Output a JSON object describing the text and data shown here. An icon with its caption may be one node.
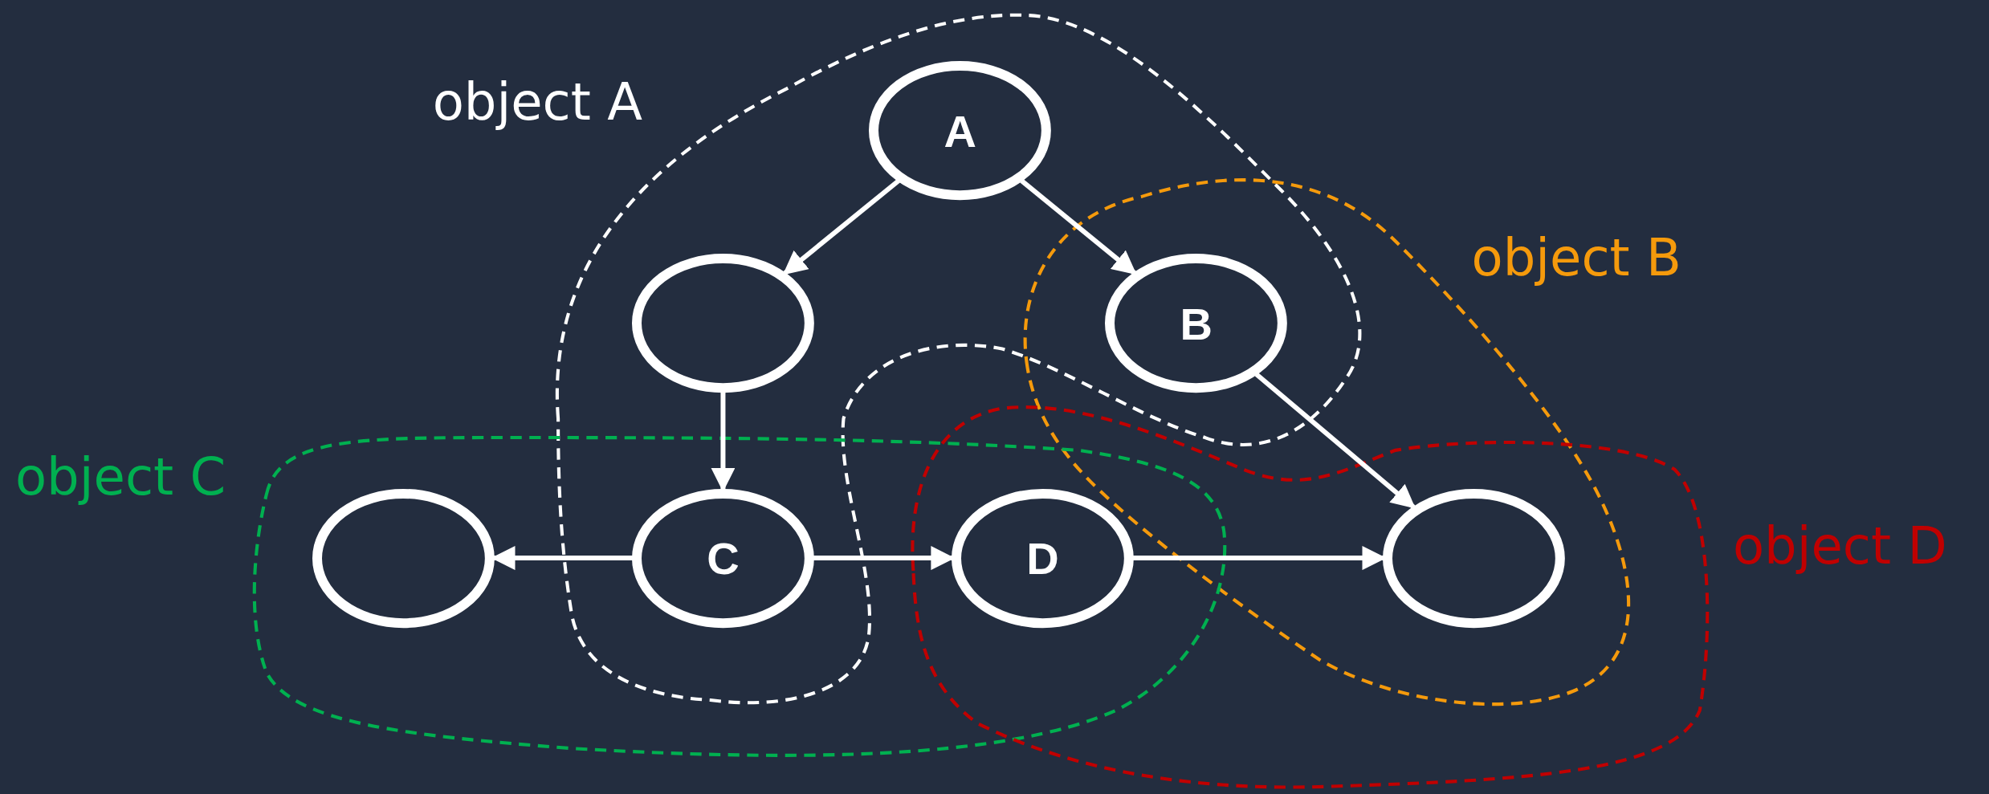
{
  "diagram": {
    "nodes": [
      {
        "text": [
          "A"
        ]
      },
      {
        "text": [],
        "shape": "ellipse"
      },
      {
        "text": [
          "B"
        ]
      },
      {
        "text": [],
        "shape": "ellipse"
      },
      {
        "text": [
          "C"
        ]
      },
      {
        "text": [
          "D"
        ]
      },
      {
        "text": [],
        "shape": "ellipse"
      }
    ],
    "edges": [
      {
        "from": 0,
        "to": 1,
        "arrow": "to"
      },
      {
        "from": 0,
        "to": 2,
        "arrow": "to"
      },
      {
        "from": 1,
        "to": 4,
        "arrow": "to"
      },
      {
        "from": 4,
        "to": 3,
        "arrow": "to"
      },
      {
        "from": 4,
        "to": 5,
        "arrow": "to"
      },
      {
        "from": 5,
        "to": 6,
        "arrow": "to"
      },
      {
        "from": 2,
        "to": 6,
        "arrow": "to"
      }
    ],
    "labels": [
      "object A",
      "object B",
      "object C",
      "object D"
    ]
  }
}
